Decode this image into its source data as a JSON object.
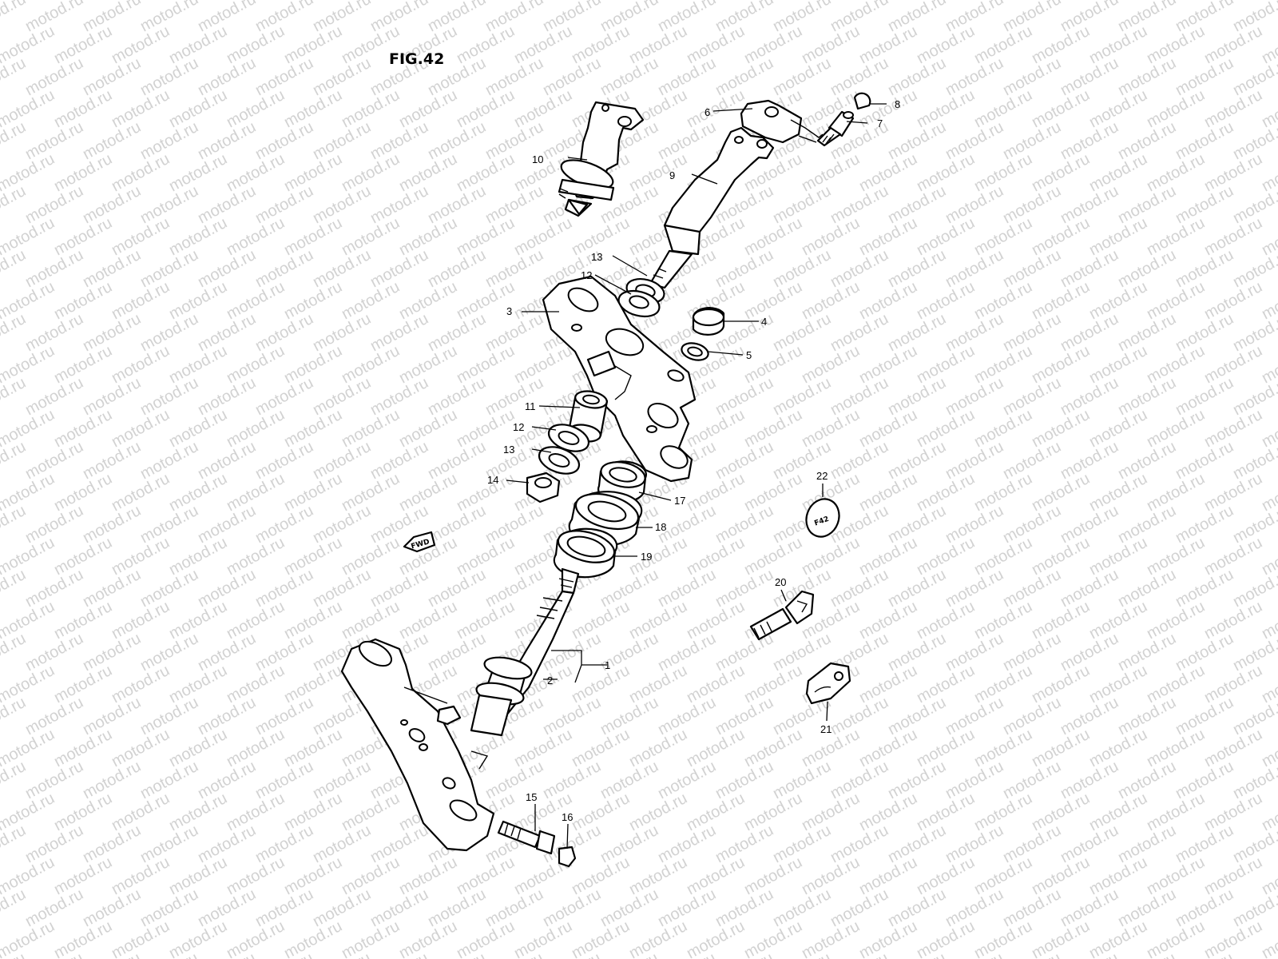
{
  "figure": {
    "title": "FIG.42"
  },
  "watermark": {
    "text": "motod.ru"
  },
  "fwd_marker": {
    "text": "FWD"
  },
  "label_disc": {
    "text": "F42"
  },
  "parts": [
    {
      "number": "1"
    },
    {
      "number": "2"
    },
    {
      "number": "3"
    },
    {
      "number": "4"
    },
    {
      "number": "5"
    },
    {
      "number": "6"
    },
    {
      "number": "7"
    },
    {
      "number": "8"
    },
    {
      "number": "9"
    },
    {
      "number": "10"
    },
    {
      "number": "11"
    },
    {
      "number": "12"
    },
    {
      "number": "12"
    },
    {
      "number": "13"
    },
    {
      "number": "13"
    },
    {
      "number": "14"
    },
    {
      "number": "15"
    },
    {
      "number": "16"
    },
    {
      "number": "17"
    },
    {
      "number": "18"
    },
    {
      "number": "19"
    },
    {
      "number": "20"
    },
    {
      "number": "21"
    },
    {
      "number": "22"
    }
  ]
}
